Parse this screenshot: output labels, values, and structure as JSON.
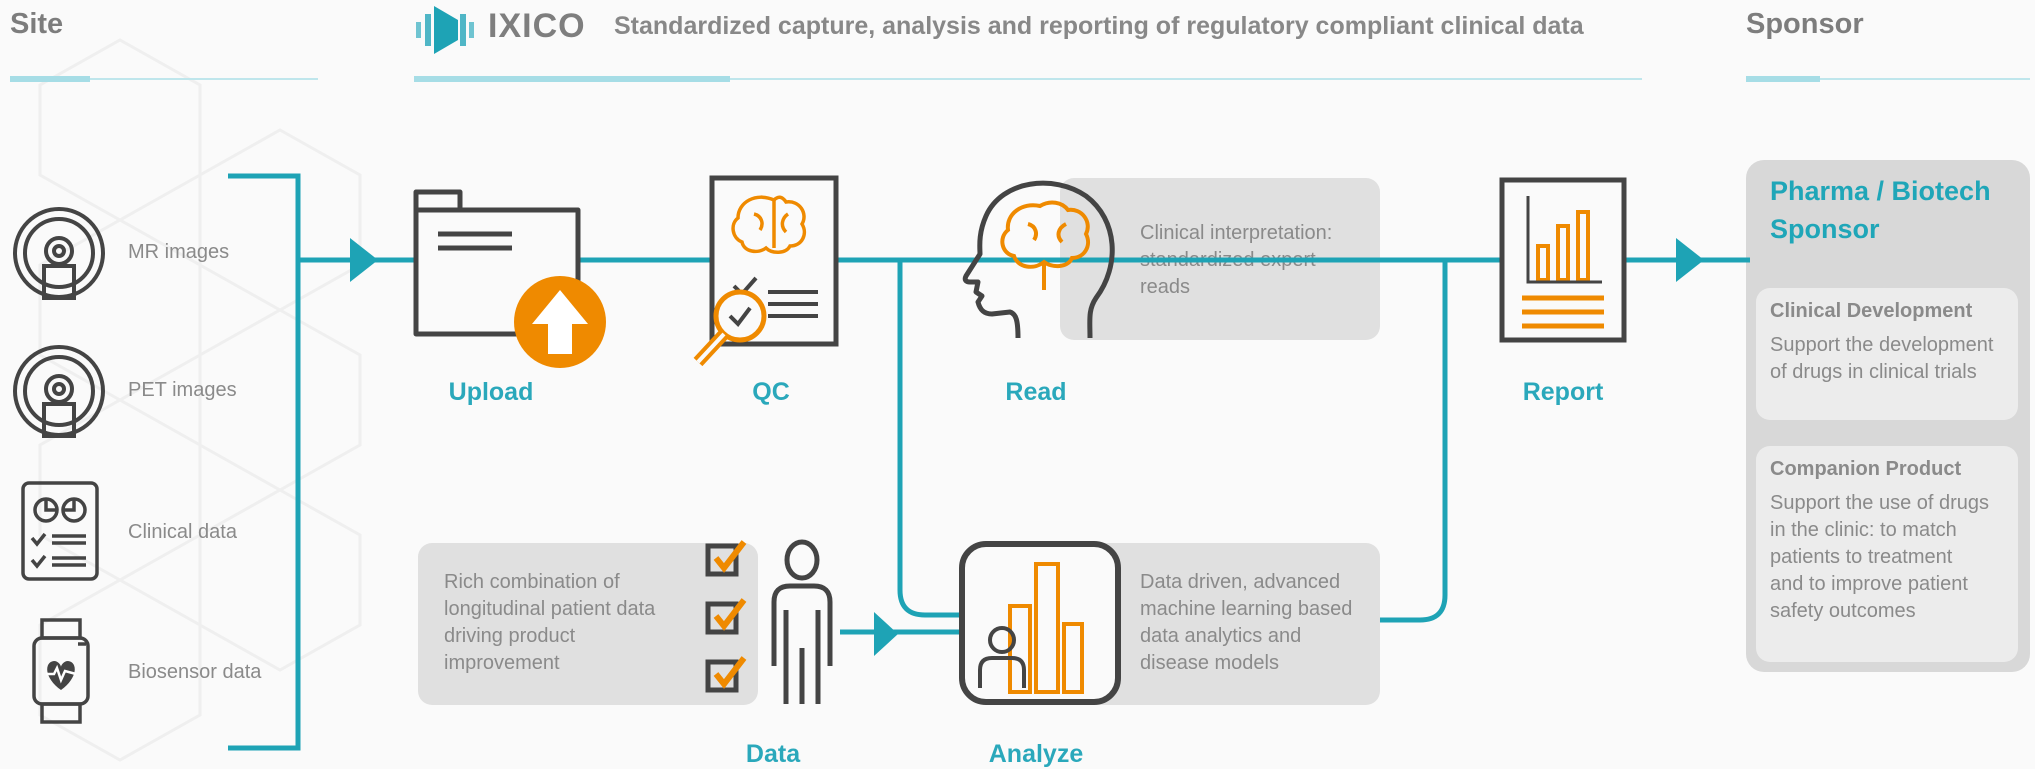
{
  "header": {
    "site": "Site",
    "logo_text": "IXICO",
    "title": "Standardized capture, analysis and reporting of regulatory compliant clinical data",
    "sponsor": "Sponsor"
  },
  "site_items": [
    {
      "label": "MR images",
      "icon": "mri-scanner-icon"
    },
    {
      "label": "PET images",
      "icon": "pet-scanner-icon"
    },
    {
      "label": "Clinical data",
      "icon": "clinical-report-icon"
    },
    {
      "label": "Biosensor data",
      "icon": "smartwatch-icon"
    }
  ],
  "stages": {
    "upload": "Upload",
    "qc": "QC",
    "read": "Read",
    "report": "Report",
    "data": "Data",
    "analyze": "Analyze"
  },
  "boxes": {
    "read_desc": "Clinical interpretation: standardized expert reads",
    "data_desc": "Rich combination of longitudinal patient data driving product improvement",
    "analyze_desc": "Data driven, advanced machine learning based data analytics and disease models"
  },
  "sponsor_panel": {
    "title": "Pharma / Biotech Sponsor",
    "cards": [
      {
        "title": "Clinical Development",
        "desc": "Support the development of drugs in clinical trials"
      },
      {
        "title": "Companion Product",
        "desc": "Support the use of drugs in the clinic: to match patients to treatment and to improve patient safety outcomes"
      }
    ]
  },
  "colors": {
    "teal": "#1ea3b5",
    "orange": "#ef8a00",
    "dark": "#444444",
    "gray_text": "#8a8a8a"
  }
}
